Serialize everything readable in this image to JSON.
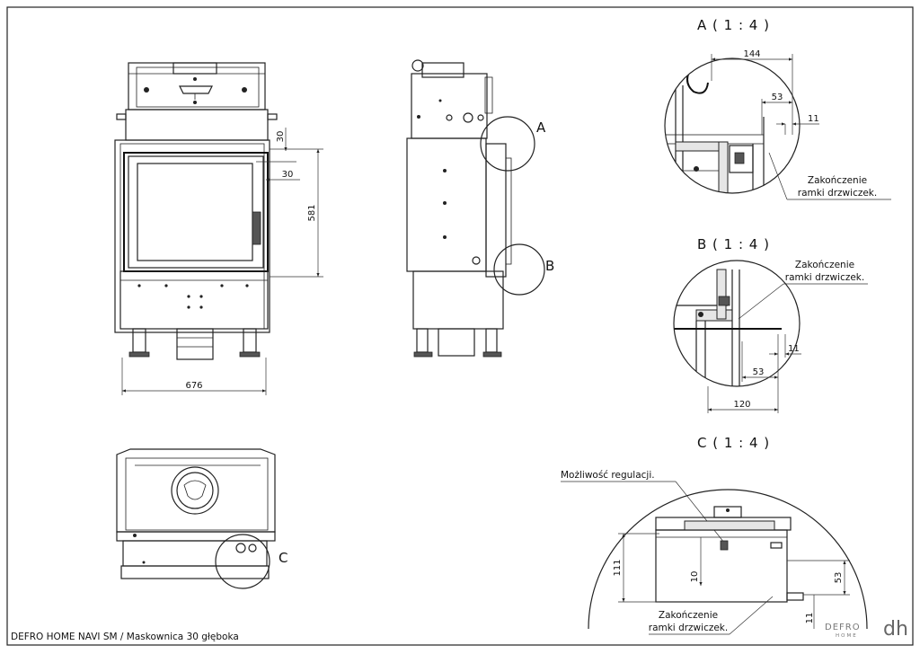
{
  "drawing": {
    "footer_title": "DEFRO HOME NAVI SM / Maskownica 30 głęboka",
    "logo_text": "DEFRO",
    "logo_sub": "HOME",
    "logo_mark": "dh"
  },
  "front_view": {
    "dim_width": "676",
    "dim_height": "581",
    "dim_top": "30",
    "dim_side": "30"
  },
  "side_view": {
    "label_a": "A",
    "label_b": "B"
  },
  "top_view": {
    "label_c": "C"
  },
  "detail_a": {
    "caption": "A ( 1 : 4 )",
    "dim_1": "144",
    "dim_2": "53",
    "dim_3": "11",
    "note_line1": "Zakończenie",
    "note_line2": "ramki drzwiczek."
  },
  "detail_b": {
    "caption": "B ( 1 : 4 )",
    "note_line1": "Zakończenie",
    "note_line2": "ramki drzwiczek.",
    "dim_1": "11",
    "dim_2": "53",
    "dim_3": "120"
  },
  "detail_c": {
    "caption": "C ( 1 : 4 )",
    "note_adjust": "Możliwość regulacji.",
    "dim_1": "111",
    "dim_2": "10",
    "dim_3": "53",
    "dim_4": "11",
    "note_line1": "Zakończenie",
    "note_line2": "ramki drzwiczek."
  }
}
